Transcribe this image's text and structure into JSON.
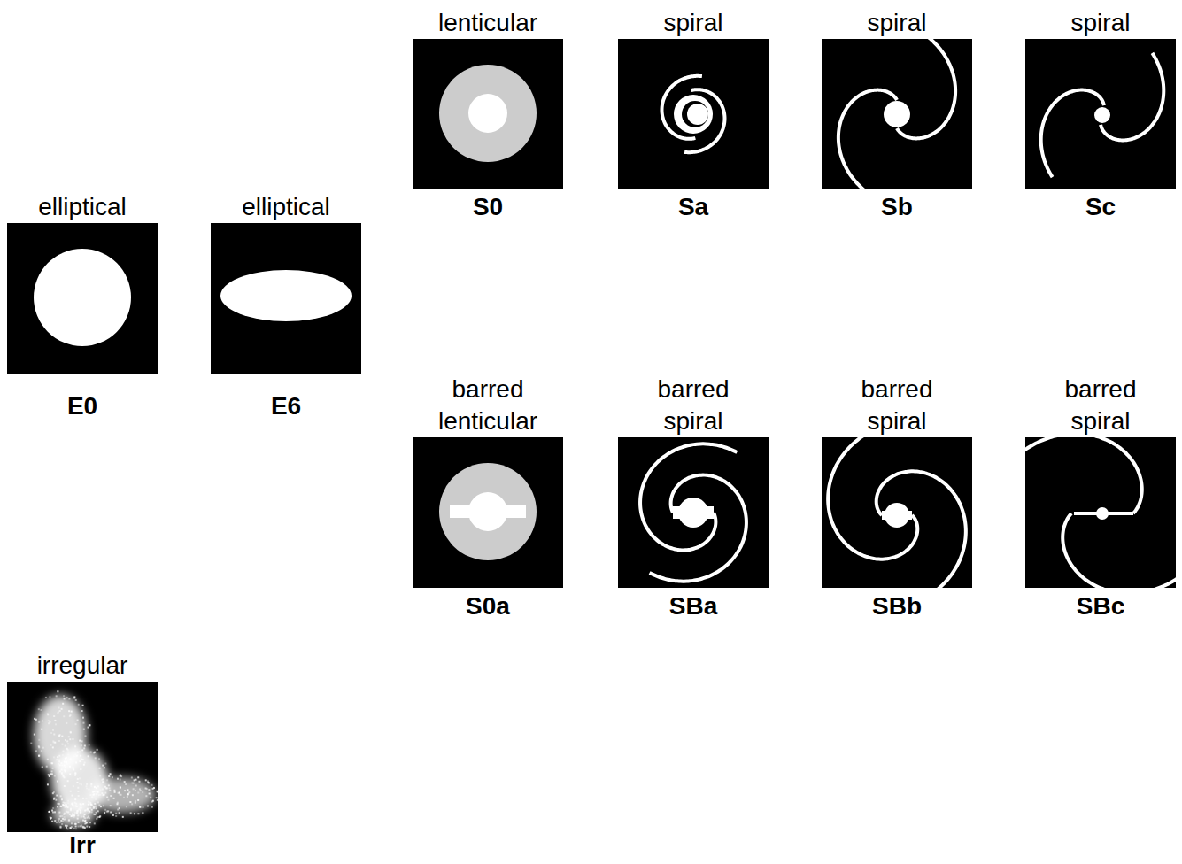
{
  "diagram": {
    "nodes": [
      {
        "text": [
          "lenticular",
          "S0"
        ]
      },
      {
        "text": [
          "spiral",
          "Sa"
        ]
      },
      {
        "text": [
          "spiral",
          "Sb"
        ]
      },
      {
        "text": [
          "spiral",
          "Sc"
        ]
      },
      {
        "text": [
          "elliptical",
          "E0"
        ]
      },
      {
        "text": [
          "elliptical",
          "E6"
        ]
      },
      {
        "text": [
          "barred lenticular",
          "S0a"
        ]
      },
      {
        "text": [
          "barred spiral",
          "SBa"
        ]
      },
      {
        "text": [
          "barred spiral",
          "SBb"
        ]
      },
      {
        "text": [
          "barred spiral",
          "SBc"
        ]
      },
      {
        "text": [
          "irregular",
          "Irr"
        ]
      }
    ]
  }
}
